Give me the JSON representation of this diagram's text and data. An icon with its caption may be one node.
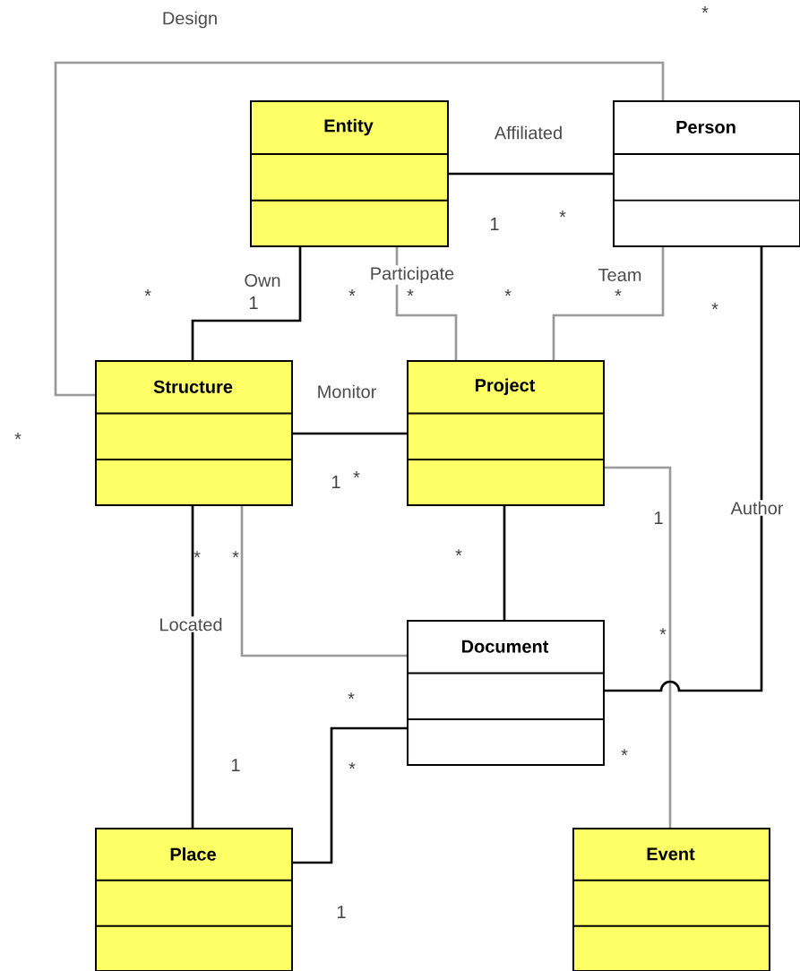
{
  "diagram": {
    "nodes": [
      {
        "text": [
          "Entity"
        ]
      },
      {
        "text": [
          "Person"
        ]
      },
      {
        "text": [
          "Structure"
        ]
      },
      {
        "text": [
          "Project"
        ]
      },
      {
        "text": [
          "Document"
        ]
      },
      {
        "text": [
          "Place"
        ]
      },
      {
        "text": [
          "Event"
        ]
      }
    ],
    "edges": [
      {
        "from": 2,
        "to": 1,
        "arrow": "none",
        "label": "Design",
        "color": "#999999"
      },
      {
        "from": 0,
        "to": 1,
        "arrow": "none",
        "label": "Affiliated"
      },
      {
        "from": 0,
        "to": 2,
        "arrow": "none",
        "label": "Own"
      },
      {
        "from": 0,
        "to": 3,
        "arrow": "none",
        "label": "Participate",
        "color": "#999999"
      },
      {
        "from": 1,
        "to": 3,
        "arrow": "none",
        "label": "Team",
        "color": "#999999"
      },
      {
        "from": 2,
        "to": 3,
        "arrow": "none",
        "label": "Monitor"
      },
      {
        "from": 3,
        "to": 4,
        "arrow": "none"
      },
      {
        "from": 2,
        "to": 4,
        "arrow": "none",
        "color": "#999999"
      },
      {
        "from": 2,
        "to": 5,
        "arrow": "none",
        "label": "Located"
      },
      {
        "from": 3,
        "to": 6,
        "arrow": "none",
        "color": "#999999"
      },
      {
        "from": 4,
        "to": 1,
        "arrow": "none",
        "label": "Author"
      },
      {
        "from": 5,
        "to": 4,
        "arrow": "none"
      }
    ],
    "labels": [
      "*",
      "*",
      "1",
      "*",
      "1",
      "*",
      "*",
      "*",
      "*",
      "*",
      "*",
      "1",
      "*",
      "1",
      "*",
      "*",
      "*",
      "*",
      "*",
      "*",
      "1",
      "*",
      "1"
    ]
  }
}
